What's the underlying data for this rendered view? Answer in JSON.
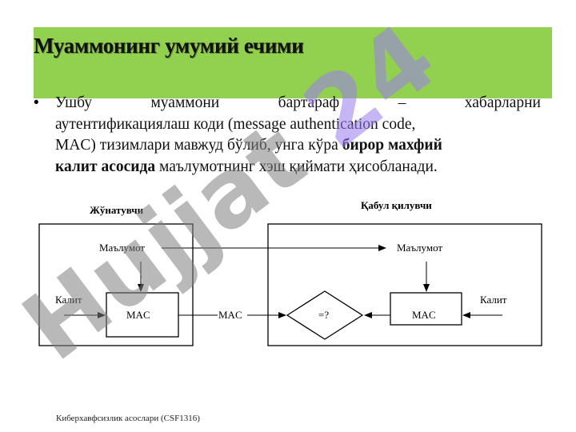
{
  "slide": {
    "title": "Муаммонинг умумий ечими",
    "bullet_words_line1": [
      "Ушбу",
      "муаммони",
      "бартараф",
      "–",
      "хабарларни"
    ],
    "line2_start": "аутентификациялаш",
    "line2_rest": " коди (message authentication code,",
    "line3_plain": "MAC) тизимлари мавжуд бўлиб, унга кўра ",
    "line3_bold": "бирор махфий",
    "line4_bold": "калит асосида",
    "line4_plain": " маълумотнинг хэш қиймати ҳисобланади.",
    "footer": "Киберхавфсизлик асослари (CSF1316)"
  },
  "diagram": {
    "sender_title": "Жўнатувчи",
    "receiver_title": "Қабул қилувчи",
    "sender_data": "Маълумот",
    "receiver_data": "Маълумот",
    "sender_key": "Калит",
    "receiver_key": "Калит",
    "sender_mac": "MAC",
    "transfer_mac": "MAC",
    "compare": "=?",
    "receiver_mac": "MAC"
  },
  "watermark": {
    "text": "Hujjat",
    "number": "24",
    "colors": {
      "text": "#808080",
      "number": "#9b7cf0"
    }
  },
  "colors": {
    "header": "#92d050"
  }
}
